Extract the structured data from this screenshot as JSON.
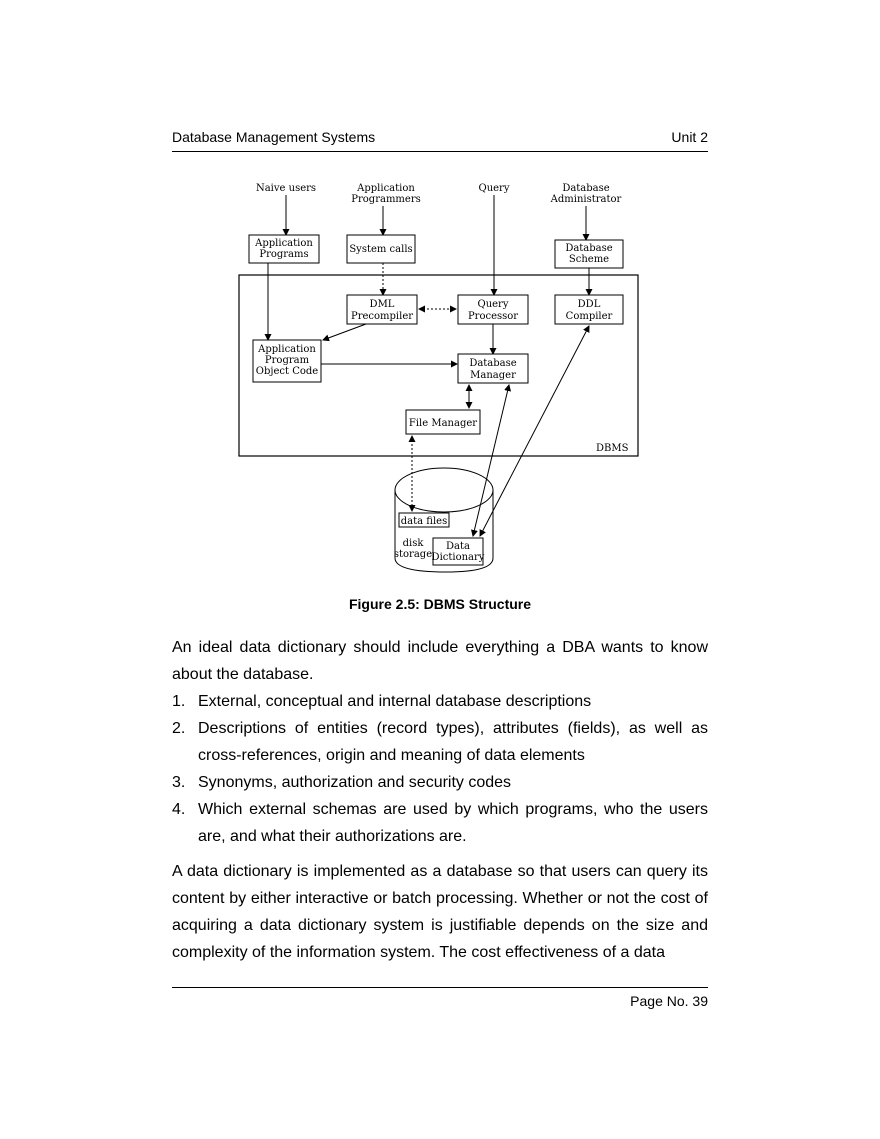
{
  "header": {
    "left": "Database Management Systems",
    "right": "Unit 2"
  },
  "figure": {
    "nodes": {
      "naive_users": "Naive users",
      "app_programmers_1": "Application",
      "app_programmers_2": "Programmers",
      "query": "Query",
      "dba_1": "Database",
      "dba_2": "Administrator",
      "app_programs_1": "Application",
      "app_programs_2": "Programs",
      "system_calls": "System calls",
      "db_scheme_1": "Database",
      "db_scheme_2": "Scheme",
      "dml_1": "DML",
      "dml_2": "Precompiler",
      "qp_1": "Query",
      "qp_2": "Processor",
      "ddl_1": "DDL",
      "ddl_2": "Compiler",
      "apoc_1": "Application",
      "apoc_2": "Program",
      "apoc_3": "Object Code",
      "dbm_1": "Database",
      "dbm_2": "Manager",
      "file_manager": "File Manager",
      "dbms": "DBMS",
      "data_files": "data files",
      "disk_1": "disk",
      "disk_2": "storage",
      "dd_1": "Data",
      "dd_2": "Dictionary"
    }
  },
  "caption": "Figure 2.5: DBMS Structure",
  "paragraph1": "An ideal data dictionary should include everything a DBA wants to know about the database.",
  "list": [
    {
      "num": "1.",
      "text": "External, conceptual and internal database descriptions"
    },
    {
      "num": "2.",
      "text": "Descriptions of entities (record types), attributes (fields), as well as cross-references, origin and meaning of data elements"
    },
    {
      "num": "3.",
      "text": "Synonyms, authorization and security codes"
    },
    {
      "num": "4.",
      "text": "Which external schemas are used by which programs, who the users are, and what their authorizations are."
    }
  ],
  "paragraph2": "A data dictionary is implemented as a database so that users can query its content by either interactive or batch processing. Whether or not the cost of acquiring a data dictionary system is justifiable depends on the size and complexity of the information system. The cost effectiveness of a data",
  "footer": "Page No. 39"
}
